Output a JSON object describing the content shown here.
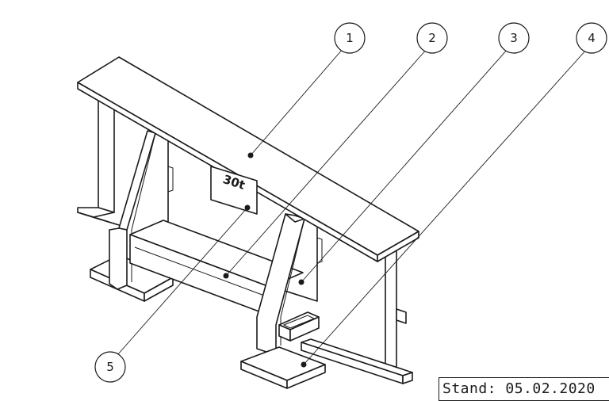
{
  "drawing": {
    "stamp_label": "30t",
    "balloons": [
      {
        "id": "balloon-1",
        "label": "1"
      },
      {
        "id": "balloon-2",
        "label": "2"
      },
      {
        "id": "balloon-3",
        "label": "3"
      },
      {
        "id": "balloon-4",
        "label": "4"
      },
      {
        "id": "balloon-5",
        "label": "5"
      }
    ]
  },
  "title_block": {
    "stand": "Stand: 05.02.2020"
  }
}
